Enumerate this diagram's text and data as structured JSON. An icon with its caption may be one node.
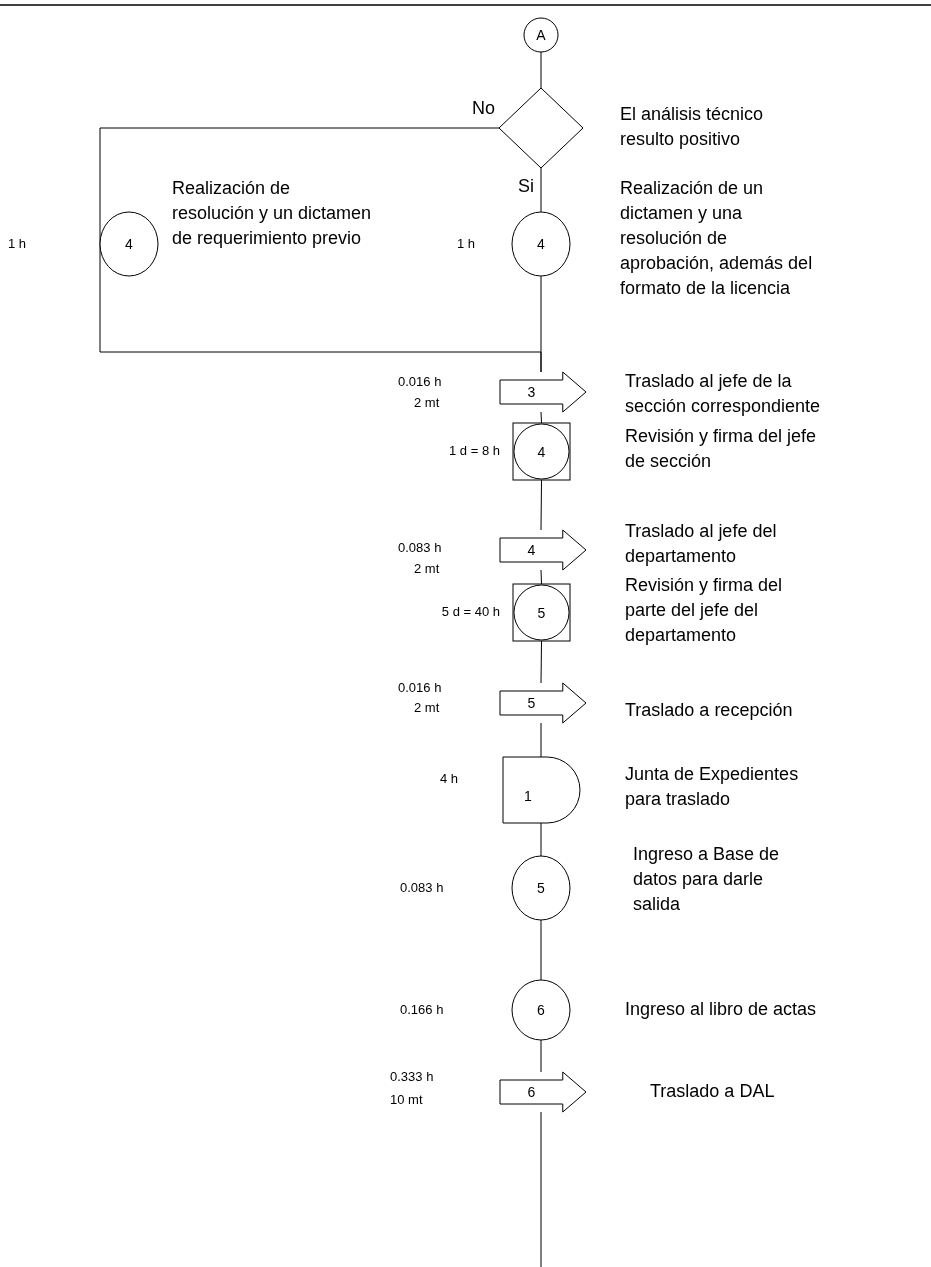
{
  "diagram": {
    "nodes": [
      {
        "text": [
          "A"
        ]
      },
      {
        "text": [],
        "shape": "diamond",
        "beside": [
          "El análisis técnico resulto positivo"
        ]
      },
      {
        "text": [
          "4"
        ],
        "beside": [
          "Realización de resolución y un dictamen de requerimiento previo"
        ]
      },
      {
        "text": [
          "4"
        ],
        "beside": [
          "1 h",
          "Realización de un dictamen y una resolución de aprobación, además del formato de la licencia"
        ]
      },
      {
        "text": [
          "3"
        ],
        "beside": [
          "0.016 h",
          "2 mt",
          "Traslado al  jefe de la sección correspondiente"
        ]
      },
      {
        "text": [
          "4"
        ],
        "beside": [
          "1 d = 8 h",
          "Revisión y firma  del jefe de sección"
        ]
      },
      {
        "text": [
          "4"
        ],
        "beside": [
          "0.083 h",
          "2 mt",
          "Traslado al jefe del departamento"
        ]
      },
      {
        "text": [
          "5"
        ],
        "beside": [
          "5 d = 40 h",
          "Revisión y firma del parte del jefe del departamento"
        ]
      },
      {
        "text": [
          "5"
        ],
        "beside": [
          "0.016 h",
          "2 mt",
          "Traslado a recepción"
        ]
      },
      {
        "text": [
          "1"
        ],
        "beside": [
          "4 h",
          "Junta de Expedientes para traslado"
        ]
      },
      {
        "text": [
          "5"
        ],
        "beside": [
          "Ingreso a Base de datos para darle salida"
        ]
      },
      {
        "text": [
          "6"
        ],
        "beside": [
          "Ingreso al libro de actas"
        ]
      },
      {
        "text": [
          "6"
        ],
        "beside": [
          "0.333 h",
          "10 mt",
          "Traslado a DAL"
        ]
      }
    ],
    "edges": [
      {
        "from": 0,
        "to": 1,
        "arrow": "none"
      },
      {
        "from": 1,
        "to": 2,
        "arrow": "none",
        "label": "No"
      },
      {
        "from": 1,
        "to": 3,
        "arrow": "none",
        "label": "Si"
      },
      {
        "from": 2,
        "to": 4,
        "arrow": "none"
      },
      {
        "from": 3,
        "to": 4,
        "arrow": "none"
      },
      {
        "from": 4,
        "to": 5,
        "arrow": "none"
      },
      {
        "from": 5,
        "to": 6,
        "arrow": "none"
      },
      {
        "from": 6,
        "to": 7,
        "arrow": "none"
      },
      {
        "from": 7,
        "to": 8,
        "arrow": "none"
      },
      {
        "from": 8,
        "to": 9,
        "arrow": "none"
      },
      {
        "from": 9,
        "to": 10,
        "arrow": "none"
      },
      {
        "from": 10,
        "to": 11,
        "arrow": "none"
      },
      {
        "from": 11,
        "to": 12,
        "arrow": "none"
      },
      {
        "from": 12,
        "to": null,
        "arrow": "none"
      }
    ],
    "labels": [
      "1 h",
      "0.083 h",
      "0.166 h"
    ]
  }
}
